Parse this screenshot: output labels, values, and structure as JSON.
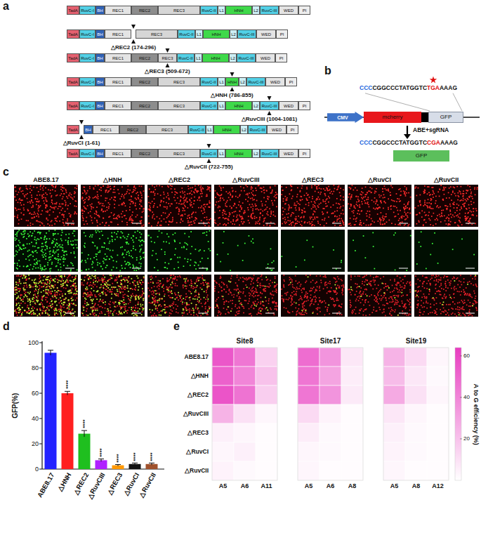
{
  "diagram": {
    "nodes": [
      {
        "text": [
          "TadA"
        ]
      },
      {
        "text": [
          "RuvC-I"
        ]
      },
      {
        "text": [
          "BH"
        ]
      },
      {
        "text": [
          "REC1"
        ]
      },
      {
        "text": [
          "REC2"
        ]
      },
      {
        "text": [
          "REC3"
        ]
      },
      {
        "text": [
          "RuvC-II"
        ]
      },
      {
        "text": [
          "L1"
        ]
      },
      {
        "text": [
          "HNH"
        ]
      },
      {
        "text": [
          "L2"
        ]
      },
      {
        "text": [
          "RuvC-III"
        ]
      },
      {
        "text": [
          "WED"
        ]
      },
      {
        "text": [
          "PI"
        ]
      },
      {
        "text": [
          "TadA"
        ]
      },
      {
        "text": [
          "RuvC-I"
        ]
      },
      {
        "text": [
          "BH"
        ]
      },
      {
        "text": [
          "REC1"
        ]
      },
      {
        "text": [
          "REC3"
        ]
      },
      {
        "text": [
          "RuvC-II"
        ]
      },
      {
        "text": [
          "L1"
        ]
      },
      {
        "text": [
          "HNH"
        ]
      },
      {
        "text": [
          "L2"
        ]
      },
      {
        "text": [
          "RuvC-III"
        ]
      },
      {
        "text": [
          "WED"
        ]
      },
      {
        "text": [
          "PI"
        ]
      },
      {
        "text": [
          "TadA"
        ]
      },
      {
        "text": [
          "RuvC-I"
        ]
      },
      {
        "text": [
          "BH"
        ]
      },
      {
        "text": [
          "REC1"
        ]
      },
      {
        "text": [
          "REC2"
        ]
      },
      {
        "text": [
          "REC3"
        ]
      },
      {
        "text": [
          "RuvC-II"
        ]
      },
      {
        "text": [
          "L1"
        ]
      },
      {
        "text": [
          "HNH"
        ]
      },
      {
        "text": [
          "L2"
        ]
      },
      {
        "text": [
          "RuvC-III"
        ]
      },
      {
        "text": [
          "WED"
        ]
      },
      {
        "text": [
          "PI"
        ]
      },
      {
        "text": [
          "TadA"
        ]
      },
      {
        "text": [
          "RuvC-I"
        ]
      },
      {
        "text": [
          "BH"
        ]
      },
      {
        "text": [
          "REC1"
        ]
      },
      {
        "text": [
          "REC2"
        ]
      },
      {
        "text": [
          "REC3"
        ]
      },
      {
        "text": [
          "RuvC-II"
        ]
      },
      {
        "text": [
          "L1"
        ]
      },
      {
        "text": [
          "HNH"
        ]
      },
      {
        "text": [
          "L2"
        ]
      },
      {
        "text": [
          "RuvC-III"
        ]
      },
      {
        "text": [
          "WED"
        ]
      },
      {
        "text": [
          "PI"
        ]
      },
      {
        "text": [
          "TadA"
        ]
      },
      {
        "text": [
          "RuvC-I"
        ]
      },
      {
        "text": [
          "BH"
        ]
      },
      {
        "text": [
          "REC1"
        ]
      },
      {
        "text": [
          "REC2"
        ]
      },
      {
        "text": [
          "REC3"
        ]
      },
      {
        "text": [
          "RuvC-II"
        ]
      },
      {
        "text": [
          "L1"
        ]
      },
      {
        "text": [
          "HNH"
        ]
      },
      {
        "text": [
          "L2"
        ]
      },
      {
        "text": [
          "RuvC-III"
        ]
      },
      {
        "text": [
          "WED"
        ]
      },
      {
        "text": [
          "PI"
        ]
      },
      {
        "text": [
          "TadA"
        ]
      },
      {
        "text": [
          "BH"
        ]
      },
      {
        "text": [
          "REC1"
        ]
      },
      {
        "text": [
          "REC2"
        ]
      },
      {
        "text": [
          "REC3"
        ]
      },
      {
        "text": [
          "RuvC-II"
        ]
      },
      {
        "text": [
          "L1"
        ]
      },
      {
        "text": [
          "HNH"
        ]
      },
      {
        "text": [
          "L2"
        ]
      },
      {
        "text": [
          "RuvC-III"
        ]
      },
      {
        "text": [
          "WED"
        ]
      },
      {
        "text": [
          "PI"
        ]
      },
      {
        "text": [
          "TadA"
        ]
      },
      {
        "text": [
          "RuvC-I"
        ]
      },
      {
        "text": [
          "BH"
        ]
      },
      {
        "text": [
          "REC1"
        ]
      },
      {
        "text": [
          "REC2"
        ]
      },
      {
        "text": [
          "REC3"
        ]
      },
      {
        "text": [
          "RuvC-II"
        ]
      },
      {
        "text": [
          "L1"
        ]
      },
      {
        "text": [
          "HNH"
        ]
      },
      {
        "text": [
          "L2"
        ]
      },
      {
        "text": [
          "RuvC-III"
        ]
      },
      {
        "text": [
          "WED"
        ]
      },
      {
        "text": [
          "PI"
        ]
      },
      {
        "text": [
          "CMV"
        ]
      },
      {
        "text": [
          "mcherry"
        ]
      },
      {
        "text": [
          "GFP"
        ]
      },
      {
        "text": [
          "GFP"
        ]
      }
    ],
    "labels": [
      "a",
      "△REC2 (174-296)",
      "△REC3 (509-672)",
      "△HNH (786-855)",
      "△RuvCIII (1004-1081)",
      "△RuvCI (1-61)",
      "△RuvCII (722-755)",
      "b",
      "CCC",
      "CGGCCCTATGGTC",
      "TGA",
      "AAAG",
      "ABE+sgRNA",
      "CCC",
      "CGGCCCTATGGTC",
      "CGA",
      "AAAG",
      "c",
      "ABE8.17",
      "△HNH",
      "△REC2",
      "△RuvCIII",
      "△REC3",
      "△RuvCI",
      "△RuvCII",
      "d",
      "GFP(%)",
      "0",
      "20",
      "40",
      "60",
      "80",
      "100",
      "ABE8.17",
      "△HNH",
      "△REC2",
      "△RuvCIII",
      "△REC3",
      "△RuvCI",
      "△RuvCII",
      "****",
      "****",
      "****",
      "****",
      "****",
      "****",
      "e",
      "Site8",
      "Site17",
      "Site19",
      "A5",
      "A6",
      "A11",
      "A5",
      "A6",
      "A8",
      "A5",
      "A8",
      "A12",
      "ABE8.17",
      "△HNH",
      "△REC2",
      "△RuvCIII",
      "△REC3",
      "△RuvCI",
      "△RuvCII",
      "20",
      "40",
      "60",
      "A to G efficiency (%)"
    ]
  }
}
